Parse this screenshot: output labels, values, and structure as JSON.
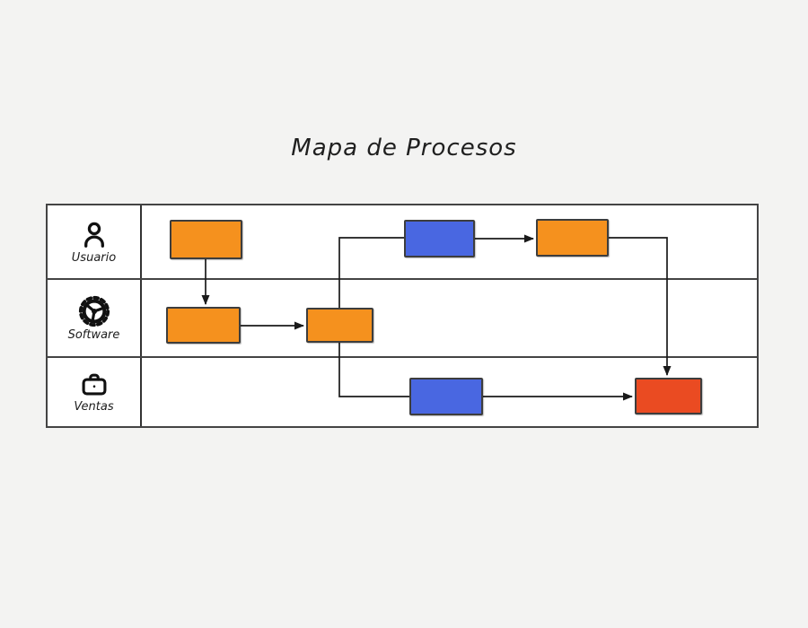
{
  "title": "Mapa de Procesos",
  "lanes": [
    {
      "id": "usuario",
      "label": "Usuario",
      "icon": "person-icon"
    },
    {
      "id": "software",
      "label": "Software",
      "icon": "gear-icon"
    },
    {
      "id": "ventas",
      "label": "Ventas",
      "icon": "briefcase-icon"
    }
  ],
  "colors": {
    "orange": "#F5911E",
    "blue": "#4967E1",
    "red": "#EA4B22",
    "shape_border": "#3D3D3D",
    "connector": "#1A1A1A",
    "table_border": "#444444",
    "lane_background": "#FFFFFF",
    "page_background": "#F3F3F2"
  },
  "nodes": [
    {
      "id": "usuario-step-1",
      "lane": "usuario",
      "fill": "orange"
    },
    {
      "id": "usuario-step-2",
      "lane": "usuario",
      "fill": "blue"
    },
    {
      "id": "usuario-step-3",
      "lane": "usuario",
      "fill": "orange"
    },
    {
      "id": "software-step-1",
      "lane": "software",
      "fill": "orange"
    },
    {
      "id": "software-step-2",
      "lane": "software",
      "fill": "orange"
    },
    {
      "id": "ventas-step-1",
      "lane": "ventas",
      "fill": "blue"
    },
    {
      "id": "ventas-step-2",
      "lane": "ventas",
      "fill": "red"
    }
  ],
  "connectors": [
    {
      "from": "usuario-step-1",
      "to": "software-step-1",
      "arrowhead": true
    },
    {
      "from": "software-step-1",
      "to": "software-step-2",
      "arrowhead": true
    },
    {
      "from": "software-step-2",
      "to": "usuario-step-2",
      "arrowhead": false
    },
    {
      "from": "usuario-step-2",
      "to": "usuario-step-3",
      "arrowhead": true
    },
    {
      "from": "usuario-step-3",
      "to": "ventas-step-2",
      "arrowhead": true
    },
    {
      "from": "software-step-2",
      "to": "ventas-step-1",
      "arrowhead": false
    },
    {
      "from": "ventas-step-1",
      "to": "ventas-step-2",
      "arrowhead": true
    }
  ]
}
